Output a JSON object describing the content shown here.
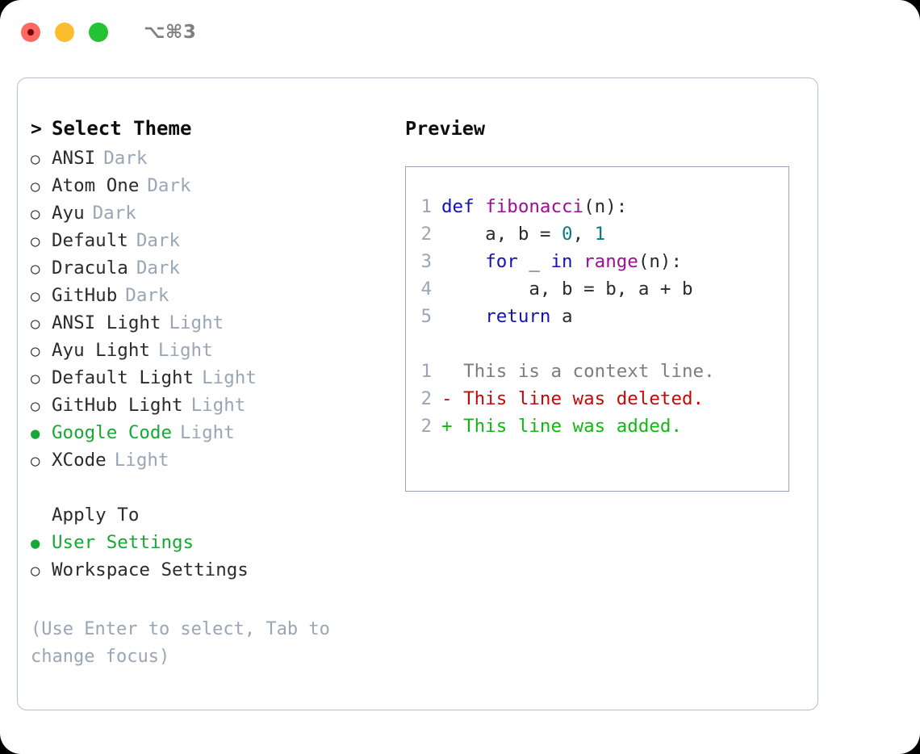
{
  "titlebar": {
    "shortcut": "⌥⌘3",
    "buttons": [
      {
        "name": "close",
        "color": "#fa6a61"
      },
      {
        "name": "minimize",
        "color": "#fcbd2e"
      },
      {
        "name": "zoom",
        "color": "#24c234"
      }
    ]
  },
  "theme_picker": {
    "heading": "Select Theme",
    "cursor": ">",
    "selected_marker": "●",
    "unselected_marker": "○",
    "selected_color": "#17a835",
    "tag_color": "#9aa6b6",
    "items": [
      {
        "label": "ANSI",
        "tag": "Dark",
        "selected": false
      },
      {
        "label": "Atom One",
        "tag": "Dark",
        "selected": false
      },
      {
        "label": "Ayu",
        "tag": "Dark",
        "selected": false
      },
      {
        "label": "Default",
        "tag": "Dark",
        "selected": false
      },
      {
        "label": "Dracula",
        "tag": "Dark",
        "selected": false
      },
      {
        "label": "GitHub",
        "tag": "Dark",
        "selected": false
      },
      {
        "label": "ANSI Light",
        "tag": "Light",
        "selected": false
      },
      {
        "label": "Ayu Light",
        "tag": "Light",
        "selected": false
      },
      {
        "label": "Default Light",
        "tag": "Light",
        "selected": false
      },
      {
        "label": "GitHub Light",
        "tag": "Light",
        "selected": false
      },
      {
        "label": "Google Code",
        "tag": "Light",
        "selected": true
      },
      {
        "label": "XCode",
        "tag": "Light",
        "selected": false
      }
    ]
  },
  "apply_to": {
    "heading": "Apply To",
    "items": [
      {
        "label": "User Settings",
        "selected": true
      },
      {
        "label": "Workspace Settings",
        "selected": false
      }
    ]
  },
  "hint": "(Use Enter to select, Tab to change focus)",
  "preview": {
    "title": "Preview",
    "code_lines": [
      {
        "no": "1",
        "tokens": [
          {
            "t": "def ",
            "c": "kw"
          },
          {
            "t": "fibonacci",
            "c": "fn"
          },
          {
            "t": "(n):",
            "c": "plain"
          }
        ]
      },
      {
        "no": "2",
        "tokens": [
          {
            "t": "    a, b = ",
            "c": "plain"
          },
          {
            "t": "0",
            "c": "num"
          },
          {
            "t": ", ",
            "c": "plain"
          },
          {
            "t": "1",
            "c": "num"
          }
        ]
      },
      {
        "no": "3",
        "tokens": [
          {
            "t": "    ",
            "c": "plain"
          },
          {
            "t": "for",
            "c": "kw"
          },
          {
            "t": " _ ",
            "c": "plain"
          },
          {
            "t": "in",
            "c": "kw"
          },
          {
            "t": " ",
            "c": "plain"
          },
          {
            "t": "range",
            "c": "fn"
          },
          {
            "t": "(n):",
            "c": "plain"
          }
        ]
      },
      {
        "no": "4",
        "tokens": [
          {
            "t": "        a, b = b, a + b",
            "c": "plain"
          }
        ]
      },
      {
        "no": "5",
        "tokens": [
          {
            "t": "    ",
            "c": "plain"
          },
          {
            "t": "return",
            "c": "kw"
          },
          {
            "t": " a",
            "c": "plain"
          }
        ]
      }
    ],
    "diff_lines": [
      {
        "no": "1",
        "sign": " ",
        "text": " This is a context line.",
        "kind": "diff-ctx"
      },
      {
        "no": "2",
        "sign": "-",
        "text": " This line was deleted.",
        "kind": "diff-del"
      },
      {
        "no": "2",
        "sign": "+",
        "text": " This line was added.",
        "kind": "diff-add"
      }
    ],
    "colors": {
      "keyword": "#1313b5",
      "function": "#9c0f96",
      "number": "#0d7a7a",
      "plain": "#2b2b2b",
      "lineno": "#9aa6b6",
      "diff_context": "#7d7d7d",
      "diff_deleted": "#c20a0a",
      "diff_added": "#13b813"
    }
  }
}
